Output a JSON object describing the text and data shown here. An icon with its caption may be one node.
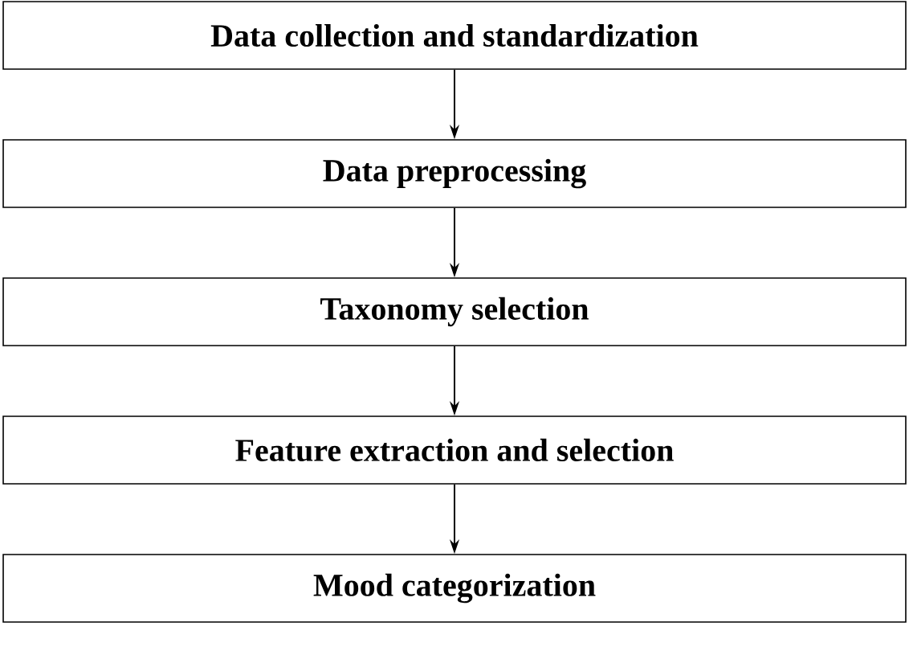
{
  "diagram": {
    "nodes": [
      {
        "text": [
          "Data collection and standardization"
        ]
      },
      {
        "text": [
          "Data preprocessing"
        ]
      },
      {
        "text": [
          "Taxonomy selection"
        ]
      },
      {
        "text": [
          "Feature extraction and selection"
        ]
      },
      {
        "text": [
          "Mood categorization"
        ]
      }
    ],
    "edges": [
      {
        "from": 0,
        "to": 1,
        "arrow": "to"
      },
      {
        "from": 1,
        "to": 2,
        "arrow": "to"
      },
      {
        "from": 2,
        "to": 3,
        "arrow": "to"
      },
      {
        "from": 3,
        "to": 4,
        "arrow": "to"
      }
    ]
  }
}
